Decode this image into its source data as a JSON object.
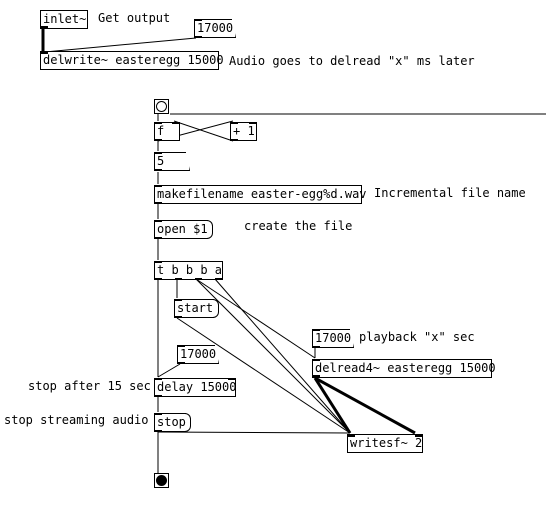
{
  "objects": {
    "inlet": "inlet~",
    "delwrite": "delwrite~ easteregg 15000",
    "f": "f",
    "plus": "+ 1",
    "makefilename": "makefilename easter-egg%d.wav",
    "trigger": "t b b b a",
    "delay": "delay 15000",
    "delread": "delread4~ easteregg 15000",
    "writesf": "writesf~ 2"
  },
  "numbers": {
    "top_17000": "17000",
    "counter_5": "5",
    "play_17000": "17000",
    "delay_17000": "17000"
  },
  "messages": {
    "open": "open $1",
    "start": "start",
    "stop": "stop"
  },
  "comments": {
    "get_output": "Get output",
    "audio_delread": "Audio goes to delread \"x\" ms later",
    "incremental": "Incremental file name",
    "create_file": "create the file",
    "playback": "playback \"x\" sec",
    "stop_after": "stop after 15 sec",
    "stop_streaming": "stop streaming audio"
  },
  "icons": {
    "bang_top": "bang-icon",
    "bang_bottom": "bang-icon-filled"
  }
}
